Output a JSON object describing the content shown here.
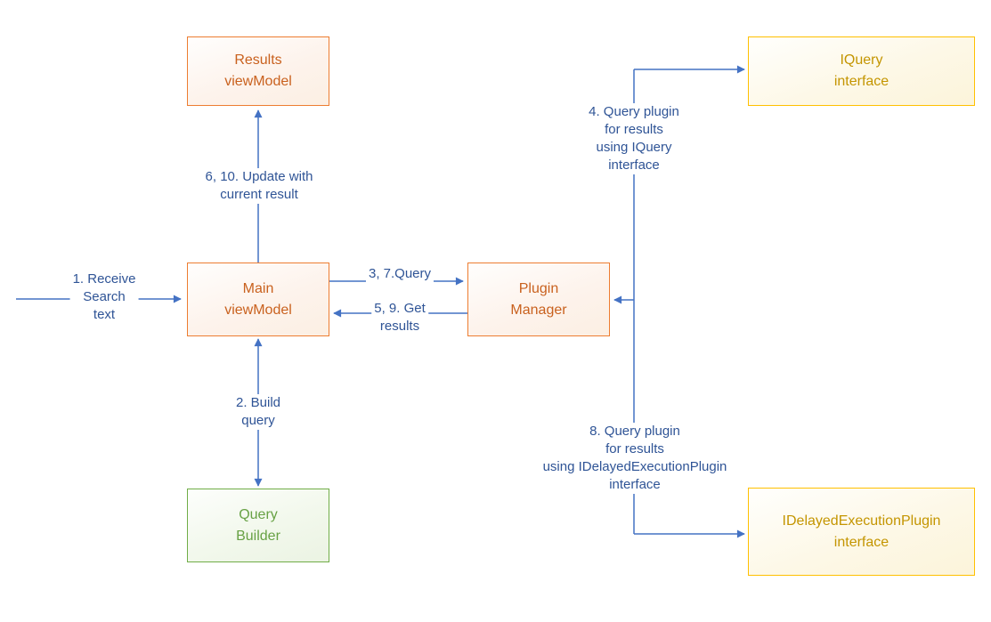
{
  "colors": {
    "arrow": "#4472C4",
    "edge_label_text": "#2F5496",
    "orange_border": "#ED7D31",
    "orange_text": "#C9611E",
    "gold_border": "#FFC000",
    "gold_text": "#C49500",
    "green_border": "#70AD47",
    "green_text": "#67A144"
  },
  "nodes": {
    "results_viewmodel": {
      "label": "Results\nviewModel"
    },
    "iquery_interface": {
      "label": "IQuery\ninterface"
    },
    "main_viewmodel": {
      "label": "Main\nviewModel"
    },
    "plugin_manager": {
      "label": "Plugin\nManager"
    },
    "query_builder": {
      "label": "Query\nBuilder"
    },
    "idelayed_interface": {
      "label": "IDelayedExecutionPlugin\ninterface"
    }
  },
  "edges": {
    "receive_search": {
      "label": "1. Receive\nSearch\ntext"
    },
    "build_query": {
      "label": "2. Build\nquery"
    },
    "query": {
      "label": "3, 7.Query"
    },
    "query_iquery": {
      "label": "4. Query plugin\nfor results\nusing IQuery\ninterface"
    },
    "get_results": {
      "label": "5, 9. Get\nresults"
    },
    "update_result": {
      "label": "6, 10. Update with\ncurrent result"
    },
    "query_idelayed": {
      "label": "8. Query plugin\nfor results\nusing IDelayedExecutionPlugin\ninterface"
    }
  }
}
